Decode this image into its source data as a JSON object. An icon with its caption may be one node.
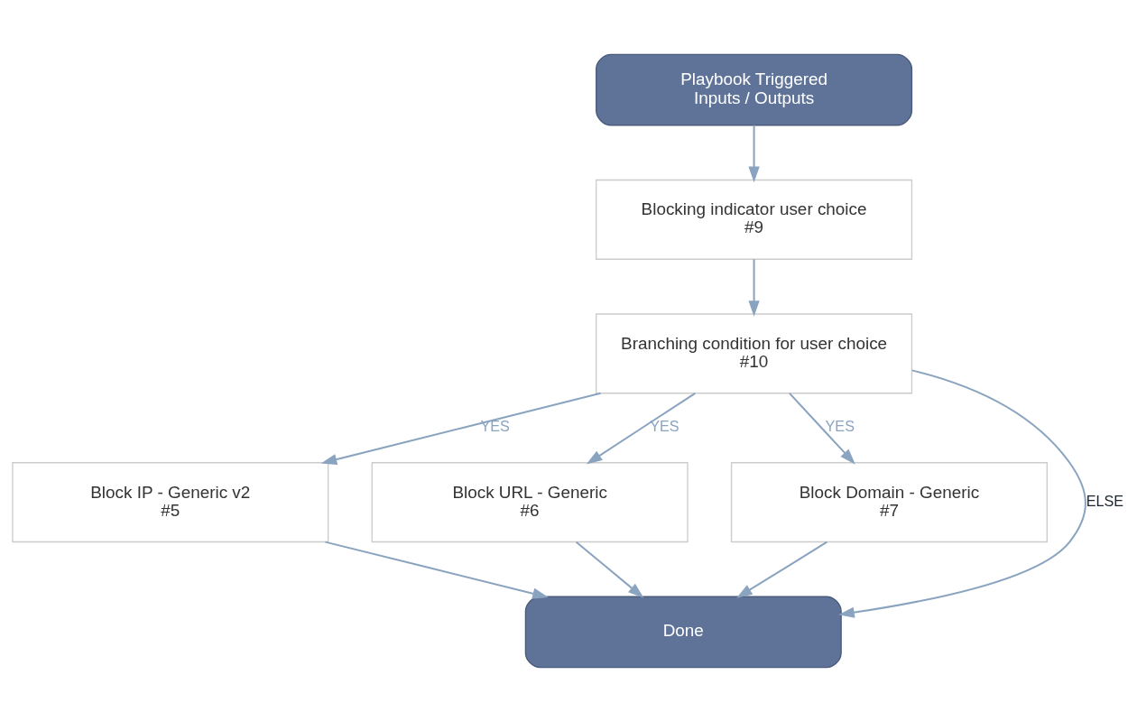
{
  "diagram": {
    "nodes": [
      {
        "text": [
          "Playbook Triggered",
          "Inputs / Outputs"
        ]
      },
      {
        "text": [
          "Blocking indicator user choice",
          "#9"
        ]
      },
      {
        "text": [
          "Branching condition for user choice",
          "#10"
        ]
      },
      {
        "text": [
          "Block IP - Generic v2",
          "#5"
        ]
      },
      {
        "text": [
          "Block URL - Generic",
          "#6"
        ]
      },
      {
        "text": [
          "Block Domain - Generic",
          "#7"
        ]
      },
      {
        "text": [
          "Done"
        ]
      }
    ],
    "edges": [
      {
        "from": 0,
        "to": 1,
        "arrow": "to"
      },
      {
        "from": 1,
        "to": 2,
        "arrow": "to"
      },
      {
        "from": 2,
        "to": 3,
        "arrow": "to",
        "label": "YES"
      },
      {
        "from": 2,
        "to": 4,
        "arrow": "to",
        "label": "YES"
      },
      {
        "from": 2,
        "to": 5,
        "arrow": "to",
        "label": "YES"
      },
      {
        "from": 2,
        "to": 6,
        "arrow": "to",
        "label": "ELSE"
      },
      {
        "from": 3,
        "to": 6,
        "arrow": "to"
      },
      {
        "from": 4,
        "to": 6,
        "arrow": "to"
      },
      {
        "from": 5,
        "to": 6,
        "arrow": "to"
      }
    ]
  }
}
